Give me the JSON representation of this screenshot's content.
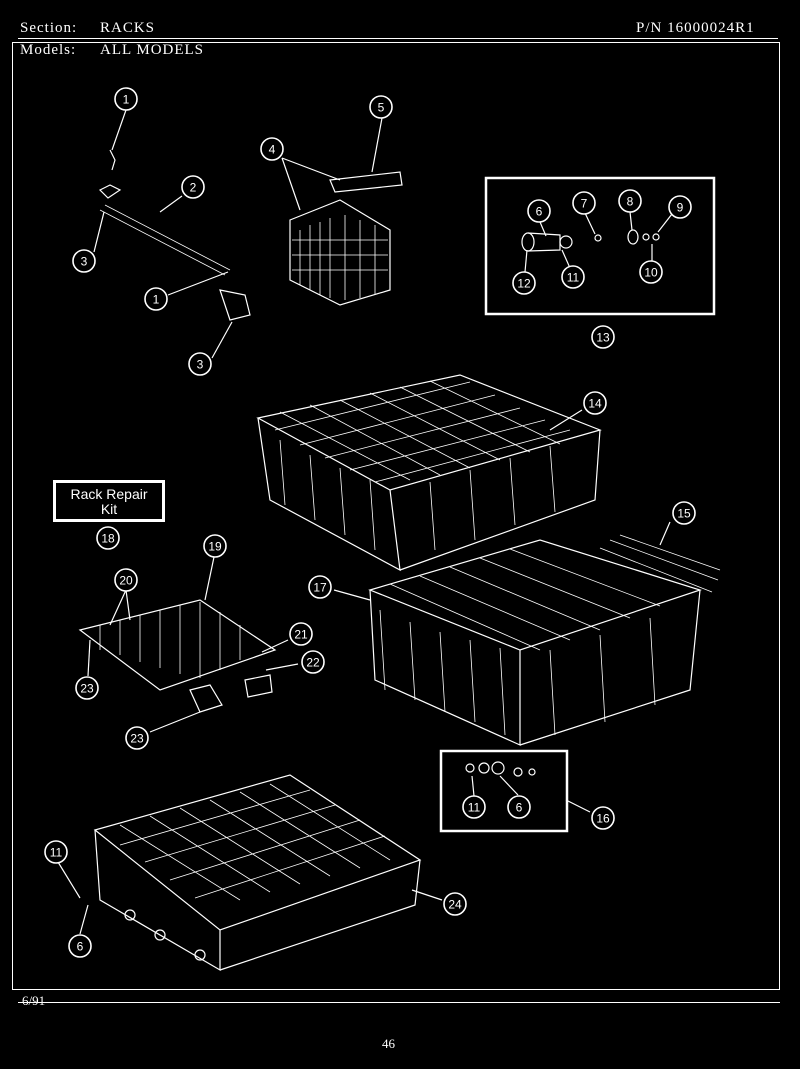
{
  "header": {
    "section_label": "Section:",
    "section_value": "RACKS",
    "models_label": "Models:",
    "models_value": "ALL MODELS",
    "part_number": "P/N 16000024R1"
  },
  "kit_box": {
    "line1": "Rack Repair",
    "line2": "Kit"
  },
  "callouts": [
    "1",
    "2",
    "3",
    "1",
    "3",
    "4",
    "5",
    "6",
    "7",
    "8",
    "9",
    "10",
    "11",
    "12",
    "13",
    "14",
    "15",
    "17",
    "18",
    "19",
    "20",
    "21",
    "22",
    "23",
    "23",
    "11",
    "6",
    "16",
    "11",
    "6",
    "24"
  ],
  "footer": {
    "date": "6/91",
    "page": "46"
  },
  "colors": {
    "background": "#000000",
    "line": "#ffffff"
  }
}
